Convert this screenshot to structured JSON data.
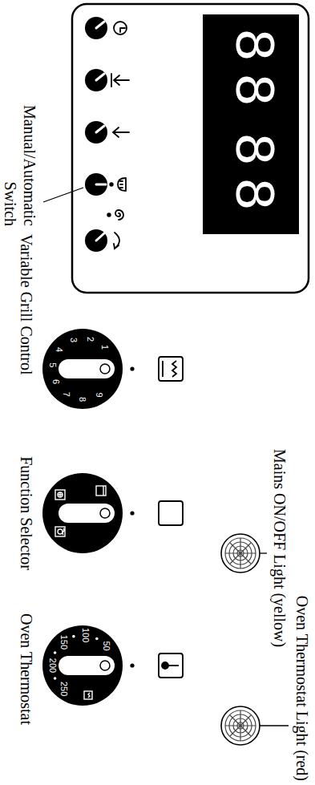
{
  "diagram": {
    "labels": [
      "Oven Thermostat Light (red)",
      "Mains ON/OFF Light (yellow)",
      "88",
      "88",
      "Manual/Automatic Switch",
      "Variable Grill Control",
      "Function Selector",
      "Oven Thermostat",
      "1",
      "2",
      "3",
      "4",
      "5",
      "6",
      "7",
      "8",
      "9",
      "50",
      "100",
      "150",
      "200",
      "250"
    ]
  }
}
